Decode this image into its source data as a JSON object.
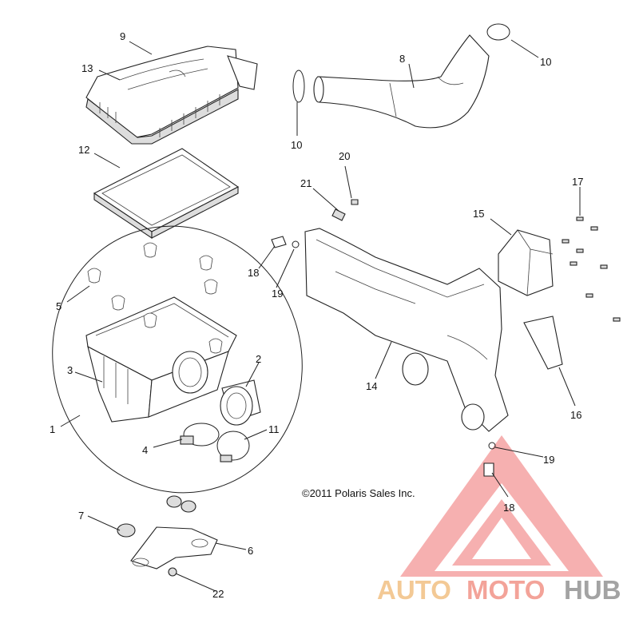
{
  "callouts": {
    "c1": "1",
    "c2": "2",
    "c3": "3",
    "c4": "4",
    "c5": "5",
    "c6": "6",
    "c7": "7",
    "c8": "8",
    "c9": "9",
    "c10a": "10",
    "c10b": "10",
    "c11": "11",
    "c12": "12",
    "c13": "13",
    "c14": "14",
    "c15": "15",
    "c16": "16",
    "c17": "17",
    "c18a": "18",
    "c18b": "18",
    "c19a": "19",
    "c19b": "19",
    "c20": "20",
    "c21": "21",
    "c22": "22"
  },
  "copyright": "©2011 Polaris Sales Inc.",
  "watermark": {
    "auto": "AUTO",
    "moto": "MOTO",
    "hub": "HUB"
  },
  "colors": {
    "auto": "#f2c48a",
    "moto": "#f29a8e",
    "hub": "#9a9a9a",
    "logo": "#f07070",
    "callout_highlight": "#d03030"
  }
}
